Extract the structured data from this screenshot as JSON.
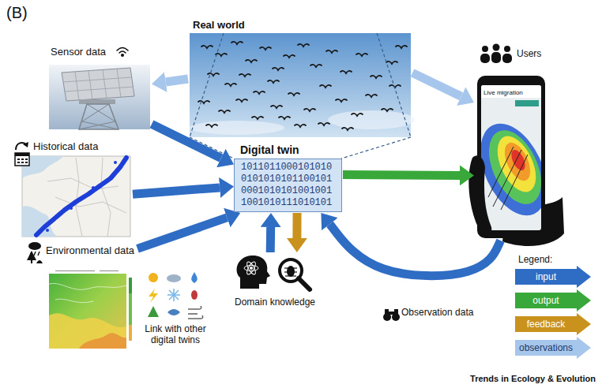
{
  "diagram": {
    "nodes": [
      {
        "text": [
          "Real world"
        ]
      },
      {
        "text": [
          "Sensor data"
        ]
      },
      {
        "text": [
          "Historical data"
        ]
      },
      {
        "text": [
          "Environmental data"
        ]
      },
      {
        "text": [
          "Link with other digital twins"
        ]
      },
      {
        "text": [
          "Digital twin",
          "1011011000101010 0101010101100101 0001010101001001 1001010111010101"
        ]
      },
      {
        "text": [
          "Users",
          "Live migration"
        ]
      },
      {
        "text": [
          "Domain knowledge"
        ]
      }
    ],
    "edges": [
      {
        "from": 0,
        "to": 1,
        "arrow": "to"
      },
      {
        "from": 0,
        "to": 6,
        "arrow": "to"
      },
      {
        "from": 1,
        "to": 5,
        "arrow": "to"
      },
      {
        "from": 2,
        "to": 5,
        "arrow": "to"
      },
      {
        "from": 3,
        "to": 5,
        "arrow": "to"
      },
      {
        "from": 5,
        "to": 6,
        "arrow": "to"
      },
      {
        "from": 6,
        "to": 5,
        "label": "Observation data",
        "arrow": "to"
      },
      {
        "from": 7,
        "to": 5,
        "arrow": "to"
      },
      {
        "from": 5,
        "to": 7,
        "arrow": "to"
      }
    ],
    "labels": [
      "(B)",
      "Legend:",
      "Trends in Ecology & Evolution"
    ],
    "legend": [
      {
        "text": "input",
        "color": "#2f6dc4"
      },
      {
        "text": "output",
        "color": "#39a83a"
      },
      {
        "text": "feedback",
        "color": "#c8921c"
      },
      {
        "text": "observations",
        "color": "#a7c6ec"
      }
    ]
  }
}
